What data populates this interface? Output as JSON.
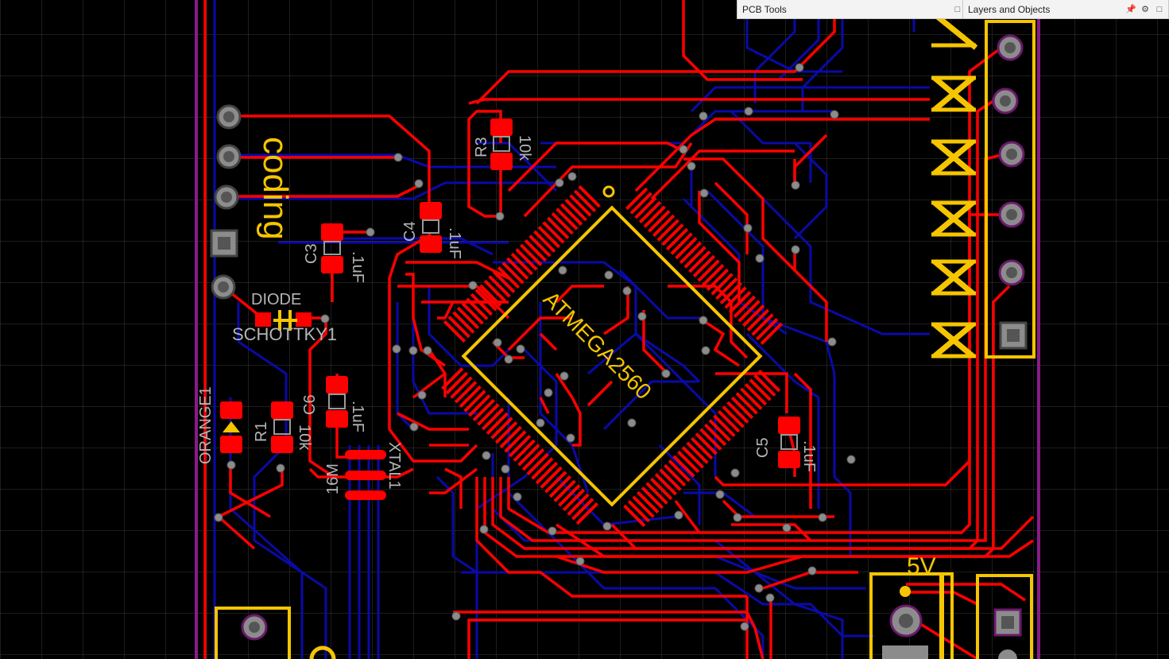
{
  "panels": {
    "pcb_tools": {
      "title": "PCB Tools"
    },
    "layers": {
      "title": "Layers and Objects"
    }
  },
  "colors": {
    "background": "#000000",
    "grid": "#3a3a3a",
    "top_copper": "#ff0000",
    "bottom_copper": "#0a0aa8",
    "silkscreen": "#f5c500",
    "board_outline": "#8a1a8a",
    "via": "#8c8c8c",
    "label_gray": "#b5b5b5"
  },
  "labels": {
    "chip": "ATMEGA2560",
    "logo_text": "coding",
    "diode": "DIODE",
    "schottky": "SCHOTTKY1",
    "orange": "ORANGE1",
    "r1": "R1",
    "r1_value": "10k",
    "r3": "R3",
    "r3_value": "10k",
    "c3": "C3",
    "c3_value": ".1uF",
    "c4": "C4",
    "c4_value": ".1uF",
    "c5": "C5",
    "c5_value": ".1uF",
    "c6": "C6",
    "c6_value": ".1uF",
    "xtal": "XTAL1",
    "xtal_value": "16M",
    "power": "5V",
    "header_marks": [
      "X",
      "X",
      "X",
      "X",
      "X"
    ]
  }
}
